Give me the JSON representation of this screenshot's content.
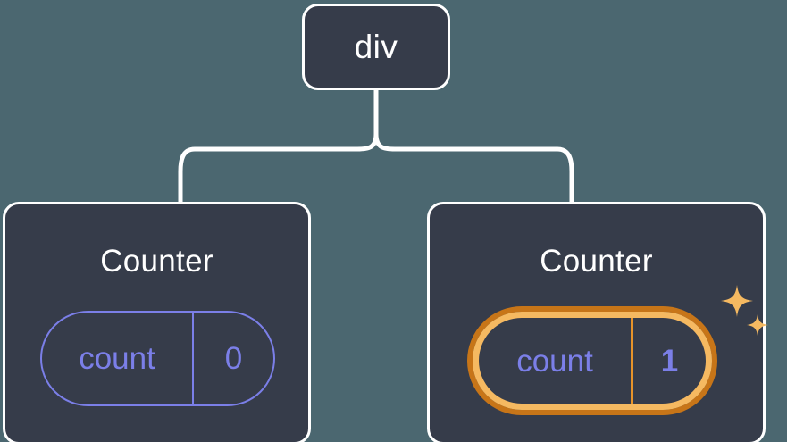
{
  "diagram": {
    "type": "component-tree",
    "background_color": "#4b6770",
    "node_fill": "#363c4a",
    "node_border": "#ffffff",
    "accent_purple": "#7b7fe8",
    "accent_orange_outer": "#c77518",
    "accent_orange_inner": "#f5b961",
    "connector_color": "#ffffff",
    "root": {
      "label": "div"
    },
    "children": [
      {
        "title": "Counter",
        "state": {
          "key": "count",
          "value": "0"
        },
        "highlighted": false,
        "sparkle": false
      },
      {
        "title": "Counter",
        "state": {
          "key": "count",
          "value": "1"
        },
        "highlighted": true,
        "sparkle": true
      }
    ],
    "icons": {
      "sparkle_large": "sparkle-icon",
      "sparkle_small": "sparkle-icon"
    }
  }
}
